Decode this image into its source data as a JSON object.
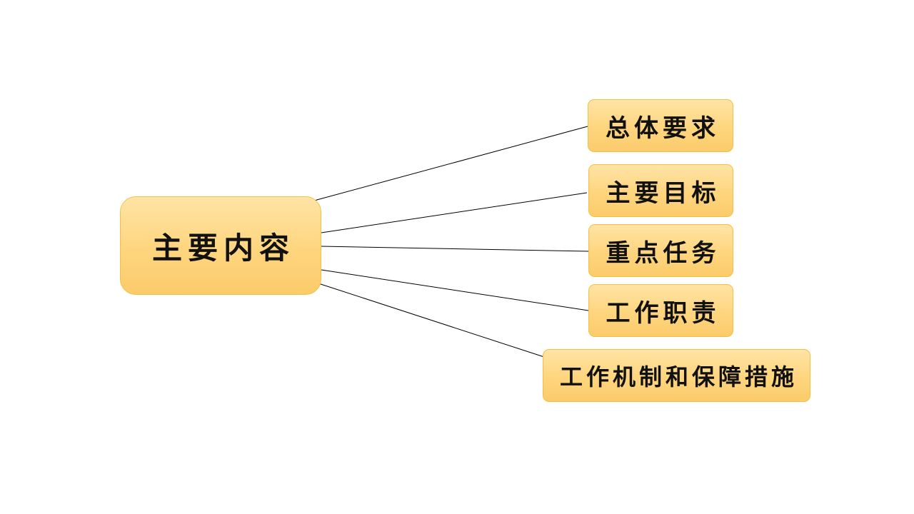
{
  "center": {
    "label": "主要内容"
  },
  "branches": [
    {
      "label": "总体要求"
    },
    {
      "label": "主要目标"
    },
    {
      "label": "重点任务"
    },
    {
      "label": "工作职责"
    },
    {
      "label": "工作机制和保障措施"
    }
  ],
  "colors": {
    "node_fill_top": "#ffe4a6",
    "node_fill_bottom": "#fbcb6b",
    "node_border": "#f2c142",
    "connector": "#000000",
    "text": "#111111"
  }
}
